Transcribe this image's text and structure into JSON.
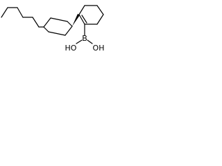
{
  "structure": {
    "atom_labels": {
      "boron": "B",
      "hydroxyl_left": "HO",
      "hydroxyl_right": "OH"
    }
  }
}
